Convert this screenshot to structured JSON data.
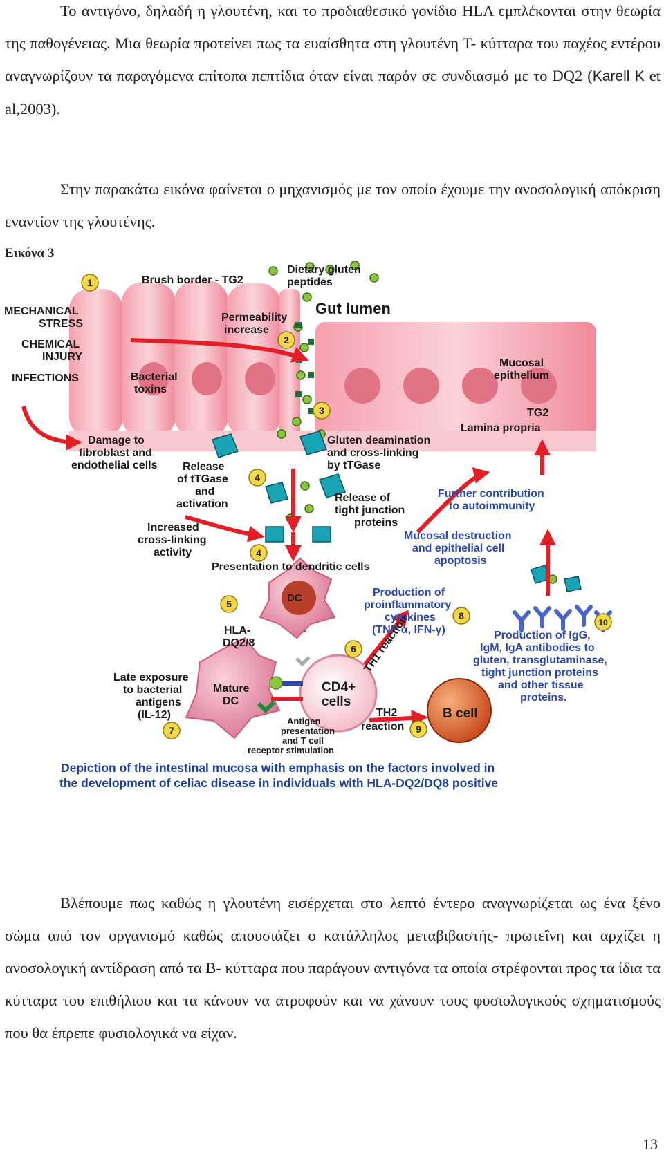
{
  "paragraphs": {
    "p1": {
      "text_a": "Το αντιγόνο, δηλαδή η γλουτένη, και το προδιαθεσικό γονίδιο HLA εμπλέκονται στην θεωρία της παθογένειας. Μια θεωρία προτείνει πως τα ευαίσθητα στη γλουτένη Τ- κύτταρα του παχέος εντέρου αναγνωρίζουν τα παραγόμενα επίτοπα πεπτίδια όταν είναι παρόν σε συνδιασμό με το DQ2 (",
      "citation": "Karell K",
      "text_b": " et al,2003)."
    },
    "p2": "Στην παρακάτω εικόνα φαίνεται ο μηχανισμός με τον οποίο έχουμε την ανοσολογική απόκριση εναντίον της γλουτένης.",
    "p3": "Βλέπουμε πως καθώς η γλουτένη εισέρχεται στο λεπτό έντερο αναγνωρίζεται ως ένα ξένο σώμα από τον οργανισμό καθώς απουσιάζει ο κατάλληλος μεταβιβαστής- πρωτεΐνη και αρχίζει η ανοσολογική αντίδραση από τα Β- κύτταρα που παράγουν αντιγόνα τα οποία στρέφονται προς τα ίδια τα κύτταρα του επιθήλιου και τα κάνουν να ατροφούν και να χάνουν τους φυσιολογικούς σχηματισμούς που θα έπρεπε φυσιολογικά να είχαν."
  },
  "figure": {
    "label": "Εικόνα 3",
    "brush_border": "Brush border - TG2",
    "dietary_gluten_1": "Dietary gluten",
    "dietary_gluten_2": "peptides",
    "gut_lumen": "Gut lumen",
    "mechanical_1": "MECHANICAL",
    "mechanical_2": "STRESS",
    "chemical_1": "CHEMICAL",
    "chemical_2": "INJURY",
    "infections": "INFECTIONS",
    "permeability_1": "Permeability",
    "permeability_2": "increase",
    "bacterial_1": "Bacterial",
    "bacterial_2": "toxins",
    "mucosal_epi_1": "Mucosal",
    "mucosal_epi_2": "epithelium",
    "tg2": "TG2",
    "lamina": "Lamina propria",
    "damage_1": "Damage to",
    "damage_2": "fibroblast and",
    "damage_3": "endothelial cells",
    "gluten_deam_1": "Gluten deamination",
    "gluten_deam_2": "and cross-linking",
    "gluten_deam_3": "by tTGase",
    "release_ttg_1": "Release",
    "release_ttg_2": "of tTGase",
    "release_ttg_3": "and",
    "release_ttg_4": "activation",
    "release_tight_1": "Release of",
    "release_tight_2": "tight junction",
    "release_tight_3": "proteins",
    "further_1": "Further contribution",
    "further_2": "to autoimmunity",
    "increased_1": "Increased",
    "increased_2": "cross-linking",
    "increased_3": "activity",
    "mucosal_dest_1": "Mucosal destruction",
    "mucosal_dest_2": "and epithelial cell",
    "mucosal_dest_3": "apoptosis",
    "presentation": "Presentation to dendritic cells",
    "dc": "DC",
    "production_1": "Production of",
    "production_2": "proinflammatory",
    "production_3": "cytokines",
    "production_4": "(TNF-α, IFN-γ)",
    "hla_1": "HLA-",
    "hla_2": "DQ2/8",
    "igg_1": "Production of IgG,",
    "igg_2": "IgM, IgA antibodies to",
    "igg_3": "gluten, transglutaminase,",
    "igg_4": "tight junction proteins",
    "igg_5": "and other tissue",
    "igg_6": "proteins.",
    "th1": "TH1 reaction",
    "late_1": "Late exposure",
    "late_2": "to bacterial",
    "late_3": "antigens",
    "late_4": "(IL-12)",
    "mature_1": "Mature",
    "mature_2": "DC",
    "cd4_1": "CD4+",
    "cd4_2": "cells",
    "th2": "TH2",
    "reaction": "reaction",
    "bcell": "B cell",
    "antigen_1": "Antigen",
    "antigen_2": "presentation",
    "antigen_3": "and T cell",
    "antigen_4": "receptor stimulation",
    "caption_1": "Depiction of the intestinal mucosa with emphasis on the factors involved in",
    "caption_2": "the development of celiac disease in individuals with HLA-DQ2/DQ8 positive",
    "steps": [
      "1",
      "2",
      "3",
      "4",
      "4",
      "5",
      "6",
      "7",
      "8",
      "9",
      "10"
    ],
    "colors": {
      "epithelium": "#f4a6b0",
      "lamina": "#f9c9cf",
      "arrow": "#e41e26",
      "caption": "#1b3fa0",
      "label_blue": "#2a46b0",
      "cd4": "#f7c6cf",
      "bcell": "#e0641e",
      "cube": "#1aa3b5",
      "gluten": "#8cc63f"
    }
  },
  "page_number": "13"
}
